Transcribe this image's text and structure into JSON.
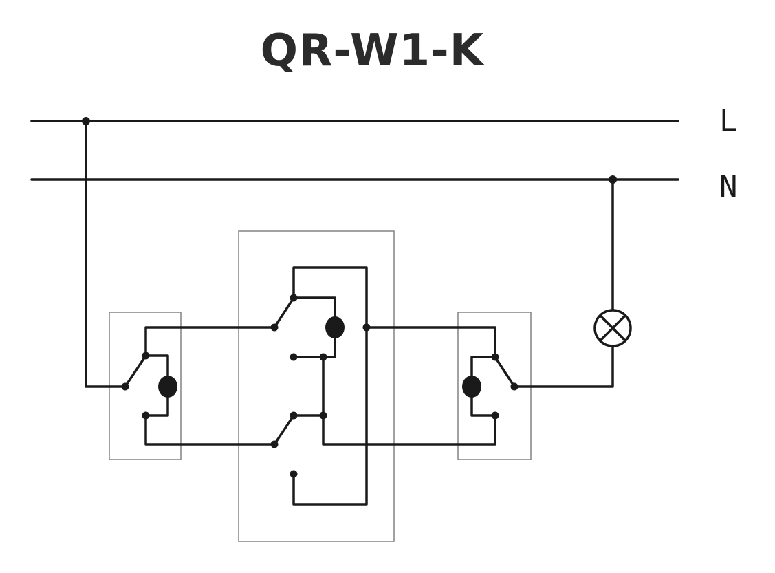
{
  "diagram": {
    "title": "QR-W1-K",
    "lines": {
      "live_label": "L",
      "neutral_label": "N"
    },
    "colors": {
      "wire": "#1a1a1a",
      "box": "#8a8a8a",
      "title": "#2b2b2b"
    },
    "components": [
      "two-way-switch-left",
      "intermediate-switch",
      "two-way-switch-right",
      "lamp"
    ]
  }
}
